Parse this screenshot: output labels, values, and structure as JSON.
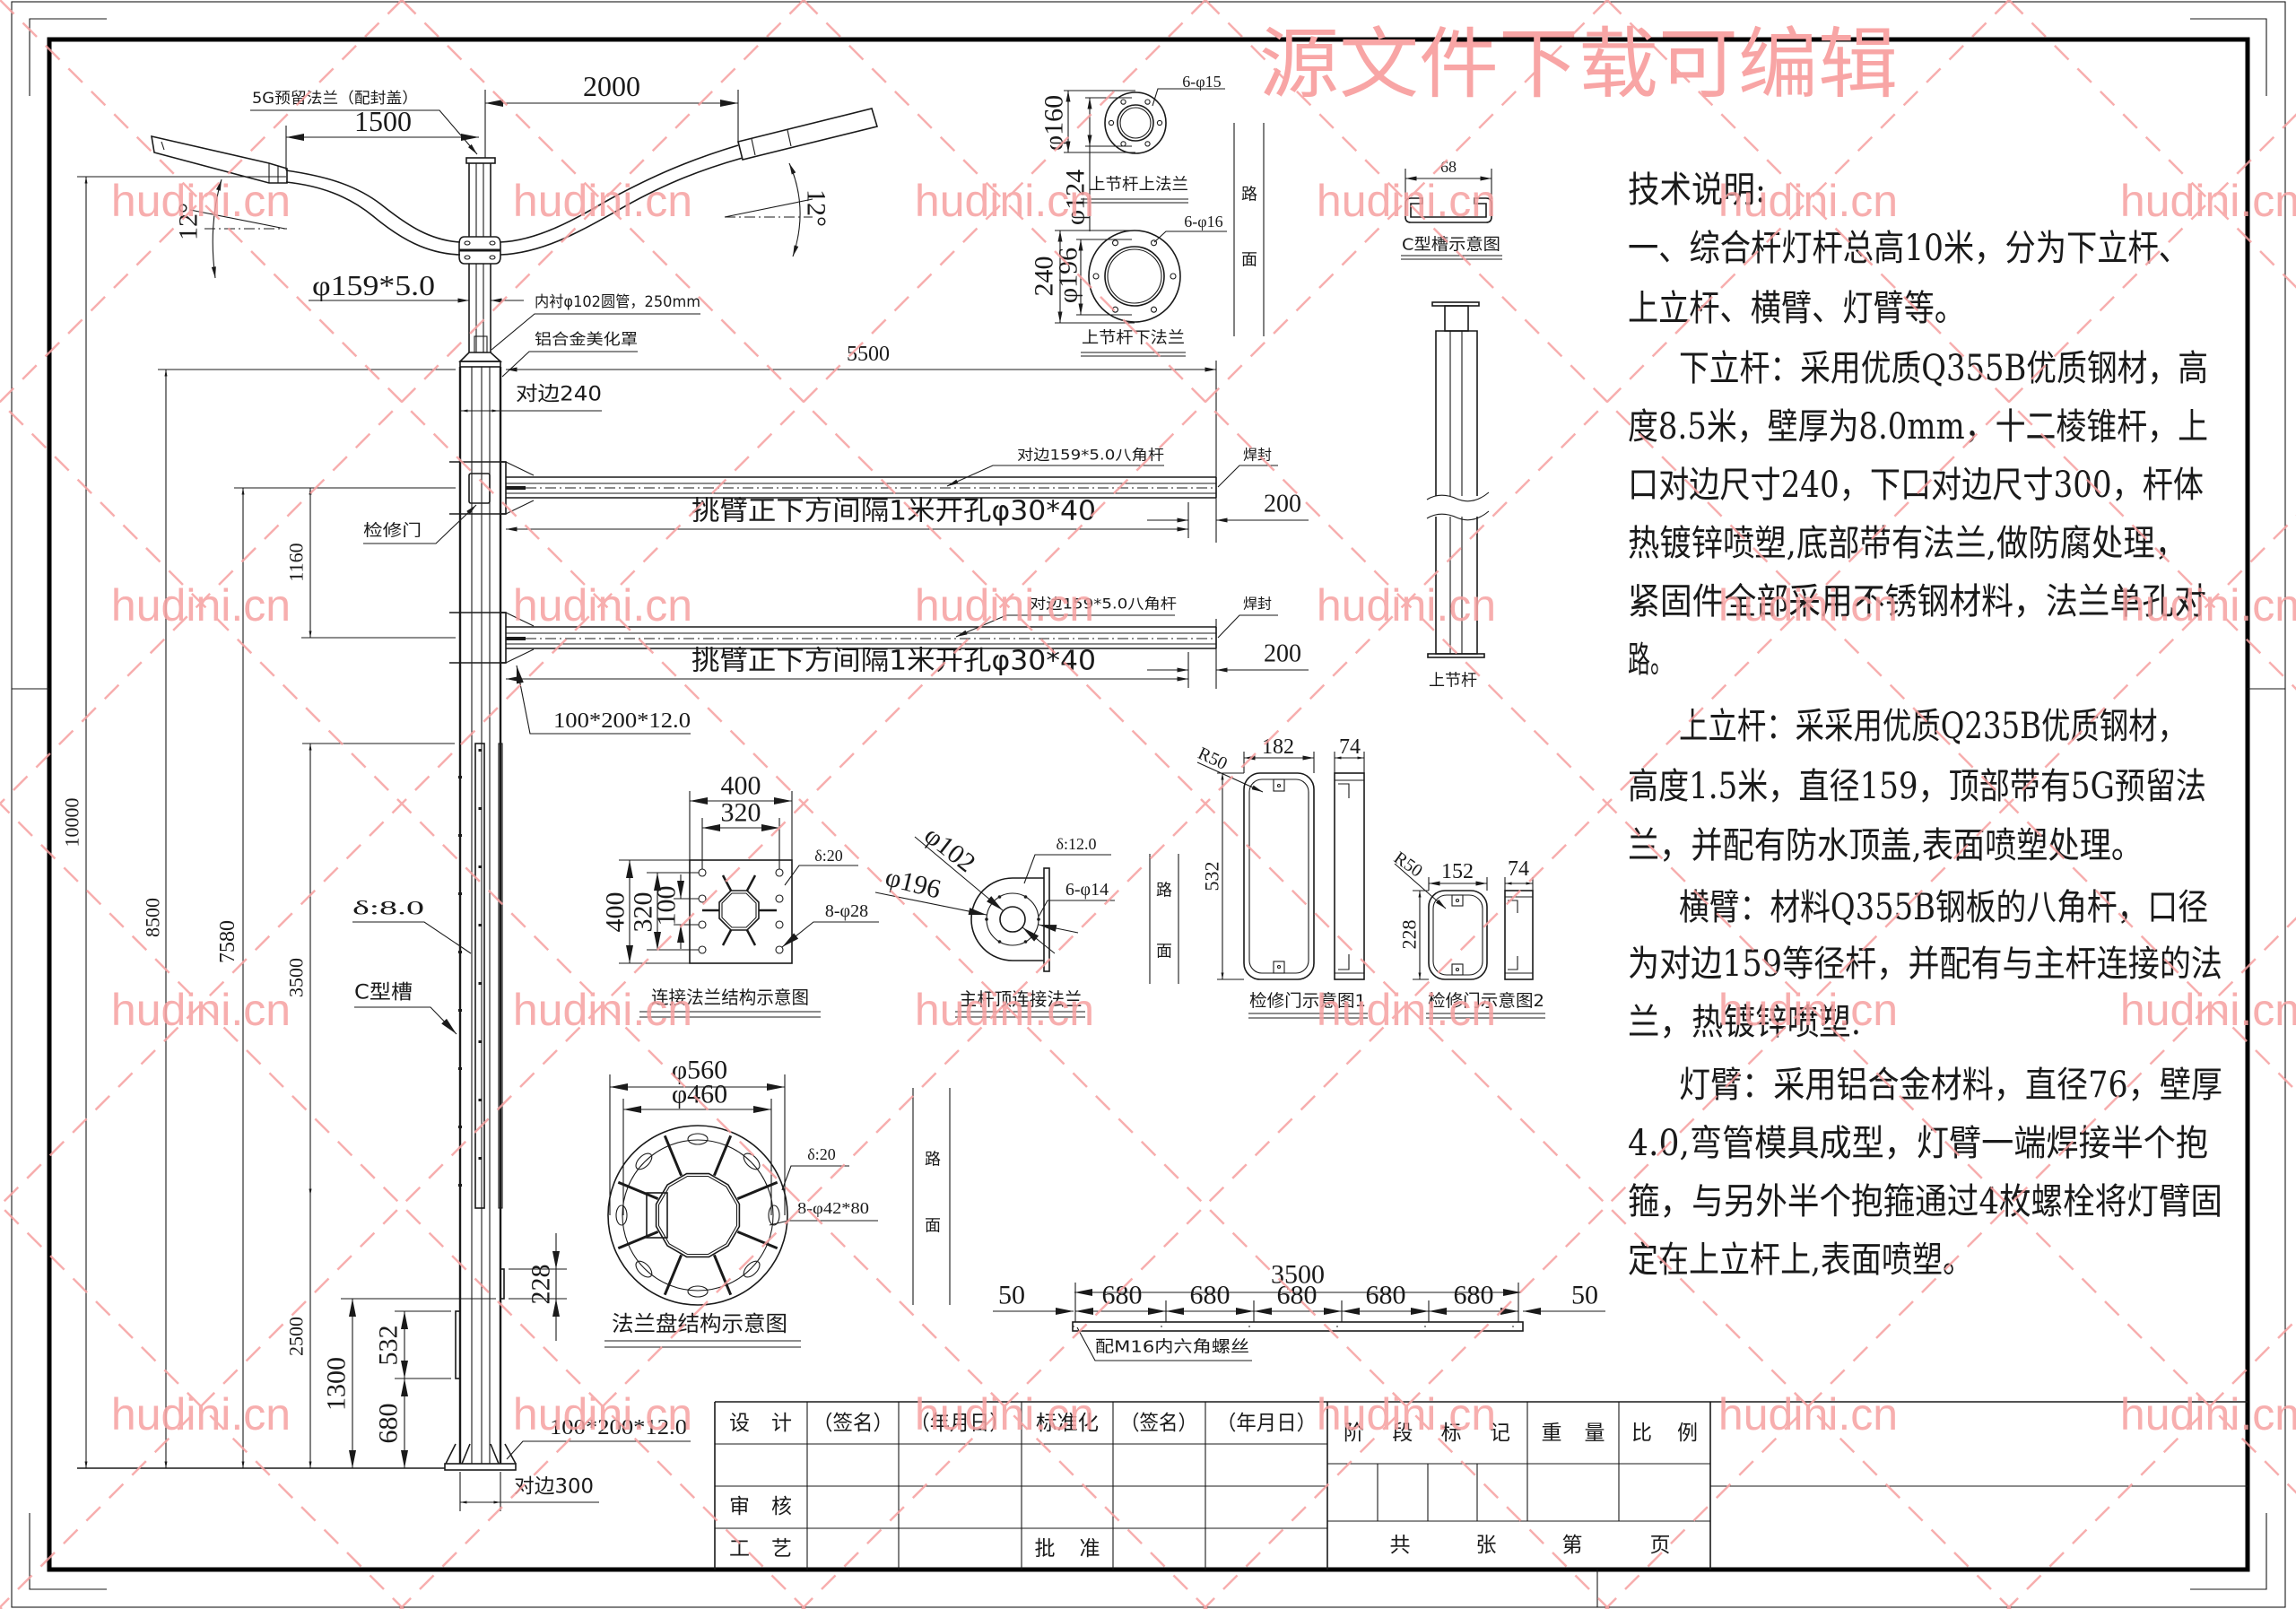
{
  "colors": {
    "ink": "#1a1a1a",
    "watermark": "#f6a0a0"
  },
  "watermark": {
    "site": "hudini.cn",
    "banner": "源文件下载可编辑"
  },
  "elevation": {
    "flange_5g": "5G预留法兰（配封盖）",
    "dim_right_reach": "2000",
    "dim_left_reach": "1500",
    "angle_left": "12°",
    "angle_right": "12°",
    "upper_pole_spec": "φ159*5.0",
    "inner_tube": "内衬φ102圆管，250mm",
    "cover": "铝合金美化罩",
    "dim_arm_length": "5500",
    "top_across_flats": "对边240",
    "inspection_door": "检修门",
    "dim_arm_spacing": "1160",
    "arms": [
      {
        "spec": "对边159*5.0八角杆",
        "weld": "焊封",
        "note": "挑臂正下方间隔1米开孔φ30*40",
        "end_dim": "200"
      },
      {
        "spec": "对边159*5.0八角杆",
        "weld": "焊封",
        "note": "挑臂正下方间隔1米开孔φ30*40",
        "end_dim": "200"
      }
    ],
    "arm_gusset": "100*200*12.0",
    "wall_thickness": "δ:8.0",
    "c_channel": "C型槽",
    "dim_total_height": "10000",
    "dim_lower_pole": "8500",
    "dim_arm_height": "7580",
    "dim_channel": "3500",
    "dim_base_zone": "2500",
    "dim_door_height": "1300",
    "dim_door_length": "532",
    "dim_door_bottom": "680",
    "dim_door2_length": "228",
    "base_gusset": "100*200*12.0",
    "bottom_across_flats": "对边300"
  },
  "road_label": {
    "road": "路",
    "surface": "面"
  },
  "upper_section_flanges": {
    "top": {
      "holes": "6-φ15",
      "outer_dia": "φ160",
      "inner_dia": "φ124",
      "caption": "上节杆上法兰"
    },
    "bottom": {
      "holes": "6-φ16",
      "outer_size": "240",
      "bolt_dia": "φ196",
      "caption": "上节杆下法兰"
    }
  },
  "c_channel_detail": {
    "width": "68",
    "caption": "C型槽示意图"
  },
  "upper_section": {
    "caption": "上节杆"
  },
  "connection_flange": {
    "width_outer": "400",
    "width_bolt": "320",
    "height_outer": "400",
    "height_bolt": "320",
    "height_gap": "100",
    "thickness": "δ:20",
    "holes": "8-φ28",
    "caption": "连接法兰结构示意图"
  },
  "pole_top_flange": {
    "inner_dia": "φ102",
    "outer_dia": "φ196",
    "thickness": "δ:12.0",
    "holes": "6-φ14",
    "caption": "主杆顶连接法兰"
  },
  "inspection_doors": [
    {
      "width": "182",
      "radius": "R50",
      "height": "532",
      "depth": "74",
      "caption": "检修门示意图1"
    },
    {
      "width": "152",
      "radius": "R50",
      "height": "228",
      "depth": "74",
      "caption": "检修门示意图2"
    }
  ],
  "base_flange": {
    "outer_dia": "φ560",
    "bolt_dia": "φ460",
    "thickness": "δ:20",
    "holes": "8-φ42*80",
    "caption": "法兰盘结构示意图"
  },
  "bolt_bar": {
    "total": "3500",
    "spacings": [
      "680",
      "680",
      "680",
      "680",
      "680"
    ],
    "end_left": "50",
    "end_right": "50",
    "note": "配M16内六角螺丝"
  },
  "technical_notes": {
    "title": "技术说明:",
    "lines": [
      "一、综合杆灯杆总高10米，分为下立杆、",
      "上立杆、横臂、灯臂等。",
      "下立杆：采用优质Q355B优质钢材，高",
      "度8.5米，壁厚为8.0mm，十二棱锥杆，上",
      "口对边尺寸240，下口对边尺寸300，杆体",
      "热镀锌喷塑,底部带有法兰,做防腐处理，",
      "紧固件全部采用不锈钢材料，法兰单孔对",
      "路。",
      "上立杆：采采用优质Q235B优质钢材，",
      "高度1.5米，直径159，顶部带有5G预留法",
      "兰，并配有防水顶盖,表面喷塑处理。",
      "横臂：材料Q355B钢板的八角杆，口径",
      "为对边159等径杆，并配有与主杆连接的法",
      "兰，热镀锌喷塑.",
      "灯臂：采用铝合金材料，直径76，壁厚",
      "4.0,弯管模具成型，灯臂一端焊接半个抱",
      "箍，与另外半个抱箍通过4枚螺栓将灯臂固",
      "定在上立杆上,表面喷塑。"
    ]
  },
  "title_block": {
    "design": "设 计",
    "signature_1": "（签名）",
    "date_1": "（年月日）",
    "standardization": "标准化",
    "signature_2": "（签名）",
    "date_2": "（年月日）",
    "stage_mark": "阶 段 标 记",
    "weight": "重 量",
    "scale": "比 例",
    "review": "审 核",
    "process": "工 艺",
    "approve": "批 准",
    "sheet_total_prefix": "共",
    "sheet_total_suffix": "张",
    "sheet_no_prefix": "第",
    "sheet_no_suffix": "页"
  }
}
